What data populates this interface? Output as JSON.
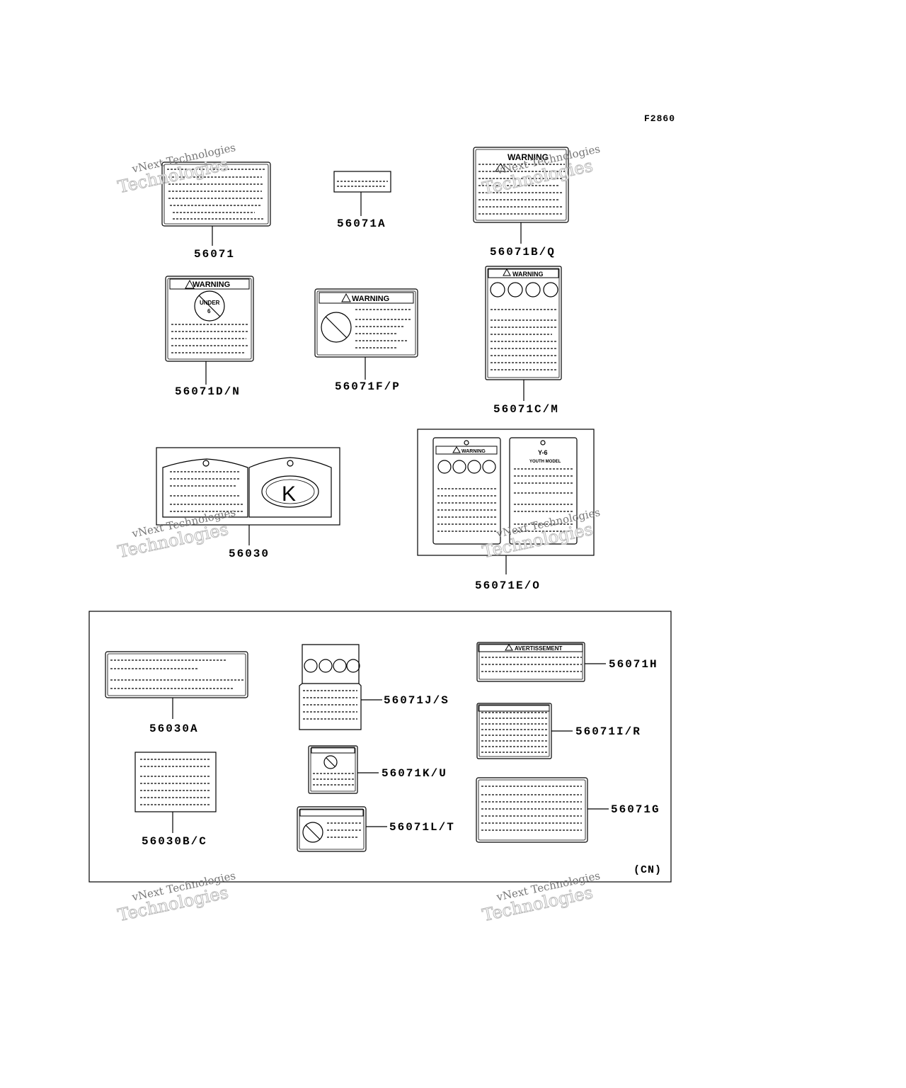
{
  "figure_code": "F2860",
  "region_label": "(CN)",
  "watermark": {
    "line1": "vNext Technologies",
    "line2": "vNext",
    "line3": "Technologies"
  },
  "parts": [
    {
      "id": "p-56071",
      "label": "56071"
    },
    {
      "id": "p-56071A",
      "label": "56071A"
    },
    {
      "id": "p-56071BQ",
      "label": "56071B/Q"
    },
    {
      "id": "p-56071DN",
      "label": "56071D/N"
    },
    {
      "id": "p-56071FP",
      "label": "56071F/P"
    },
    {
      "id": "p-56071CM",
      "label": "56071C/M"
    },
    {
      "id": "p-56030",
      "label": "56030"
    },
    {
      "id": "p-56071EO",
      "label": "56071E/O"
    },
    {
      "id": "p-56030A",
      "label": "56030A"
    },
    {
      "id": "p-56071JS",
      "label": "56071J/S"
    },
    {
      "id": "p-56071H",
      "label": "56071H"
    },
    {
      "id": "p-56071IR",
      "label": "56071I/R"
    },
    {
      "id": "p-56030BC",
      "label": "56030B/C"
    },
    {
      "id": "p-56071KU",
      "label": "56071K/U"
    },
    {
      "id": "p-56071LT",
      "label": "56071L/T"
    },
    {
      "id": "p-56071G",
      "label": "56071G"
    }
  ],
  "label_text": {
    "warning": "WARNING",
    "avertissement": "AVERTISSEMENT",
    "under": "UNDER",
    "under_num": "6",
    "youth_model": "Y-6",
    "youth_sub": "YOUTH MODEL",
    "kymco_mark": "K"
  }
}
